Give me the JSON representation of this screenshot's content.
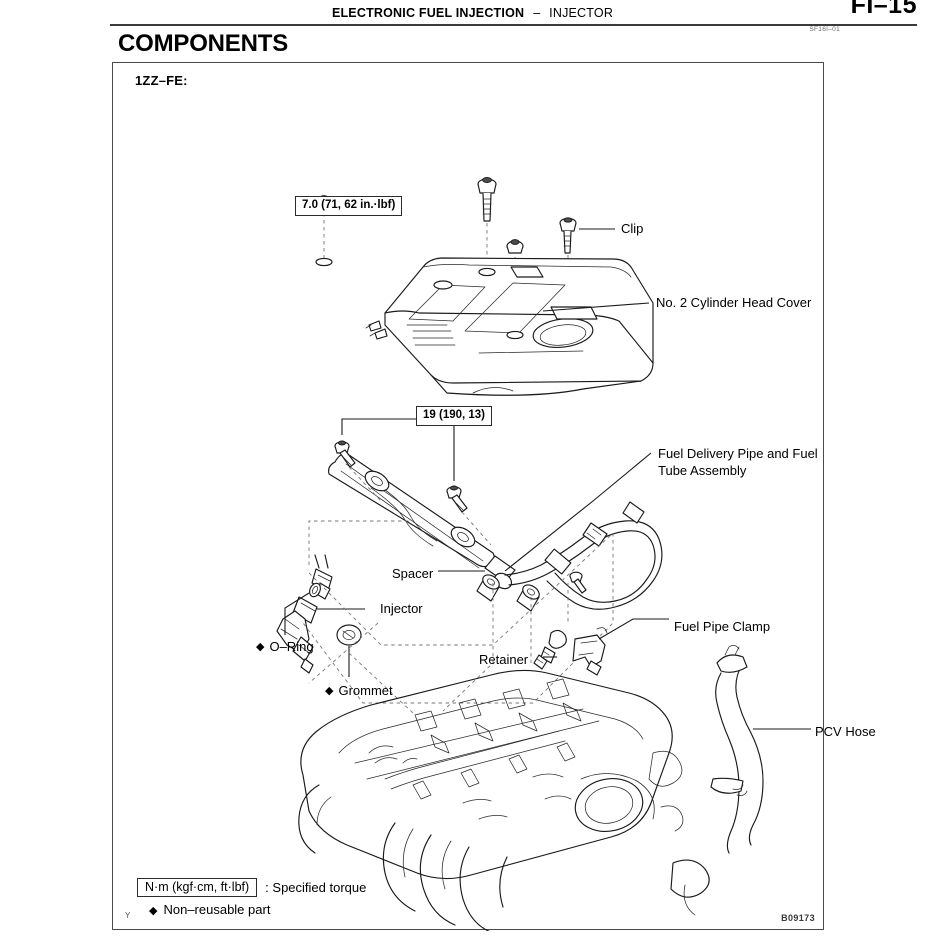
{
  "page": {
    "number": "FI–15",
    "document_code": "SF16I–01",
    "figure_code": "B09173",
    "corner_mark": "Y"
  },
  "header": {
    "system": "ELECTRONIC FUEL INJECTION",
    "separator": "–",
    "part": "INJECTOR"
  },
  "section": {
    "heading": "COMPONENTS",
    "engine_code": "1ZZ–FE:"
  },
  "torque_callouts": [
    {
      "id": "torque-1",
      "value": "7.0 (71, 62 in.·lbf)"
    },
    {
      "id": "torque-2",
      "value": "19 (190, 13)"
    }
  ],
  "part_labels": {
    "clip": "Clip",
    "head_cover": "No. 2 Cylinder Head Cover",
    "fuel_pipe_line1": "Fuel Delivery Pipe and Fuel",
    "fuel_pipe_line2": "Tube Assembly",
    "spacer": "Spacer",
    "injector": "Injector",
    "o_ring": "O–Ring",
    "grommet": "Grommet",
    "retainer": "Retainer",
    "fuel_pipe_clamp": "Fuel Pipe Clamp",
    "pcv_hose": "PCV Hose"
  },
  "legend": {
    "unit_box": "N·m  (kgf·cm, ft·lbf)",
    "torque_text": ": Specified torque",
    "non_reusable": "Non–reusable part"
  },
  "colors": {
    "ink": "#1a1a1a",
    "rule": "#3a3a3a",
    "frame": "#4a4a4a",
    "dashed": "#777777",
    "page_background": "#ffffff"
  }
}
